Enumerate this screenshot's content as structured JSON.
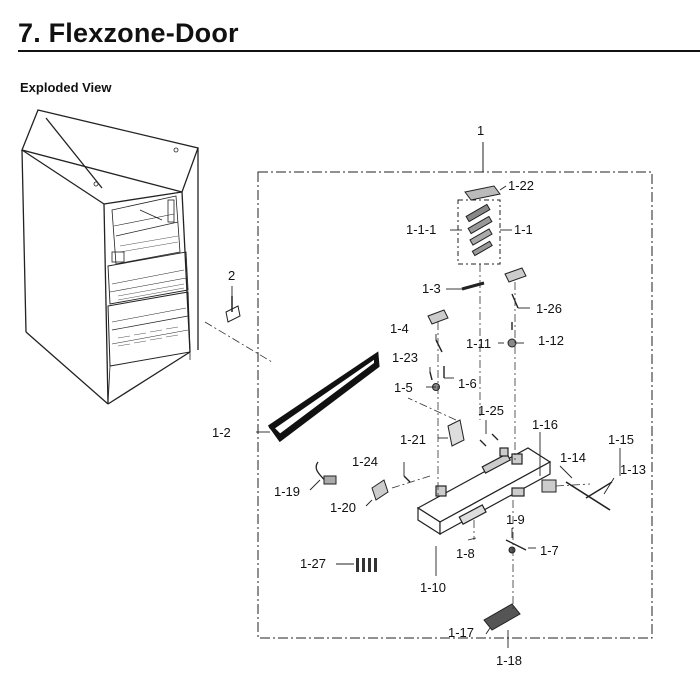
{
  "header": {
    "title": "7.  Flexzone-Door",
    "subtitle": "Exploded View"
  },
  "callouts": {
    "c1": "1",
    "c1_22": "1-22",
    "c1_1_1": "1-1-1",
    "c1_1": "1-1",
    "c2": "2",
    "c1_3": "1-3",
    "c1_26": "1-26",
    "c1_4": "1-4",
    "c1_11": "1-11",
    "c1_12": "1-12",
    "c1_23": "1-23",
    "c1_5": "1-5",
    "c1_6": "1-6",
    "c1_25": "1-25",
    "c1_2": "1-2",
    "c1_16": "1-16",
    "c1_15": "1-15",
    "c1_21": "1-21",
    "c1_14": "1-14",
    "c1_13": "1-13",
    "c1_24": "1-24",
    "c1_19": "1-19",
    "c1_20": "1-20",
    "c1_9": "1-9",
    "c1_8": "1-8",
    "c1_7": "1-7",
    "c1_27": "1-27",
    "c1_10": "1-10",
    "c1_17": "1-17",
    "c1_18": "1-18"
  }
}
